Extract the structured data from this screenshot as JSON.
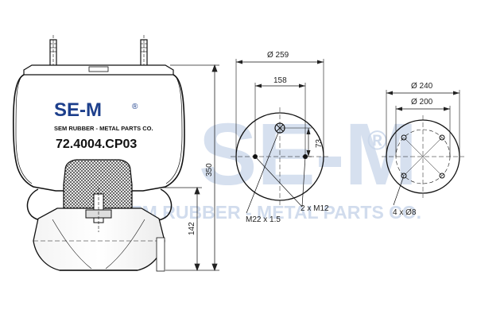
{
  "watermark": {
    "logo_text": "SE-M",
    "registered_mark": "®",
    "company": "SEM RUBBER - METAL PARTS CO.",
    "color": "#c9d6ea"
  },
  "logo": {
    "mark": "SE-M",
    "registered_mark": "®",
    "company": "SEM  RUBBER - METAL PARTS CO.",
    "color": "#1d3f8c"
  },
  "part_number": "72.4004.CP03",
  "side_view": {
    "height_total": "350",
    "height_piston": "142"
  },
  "top_plate": {
    "diameter": "Ø 259",
    "bolt_spacing": "158",
    "offset": "73",
    "thread_a": "M22 x 1.5",
    "thread_b": "2 x M12"
  },
  "bottom_plate": {
    "diameter_outer": "Ø 240",
    "diameter_inner": "Ø 200",
    "holes": "4 x Ø8"
  }
}
